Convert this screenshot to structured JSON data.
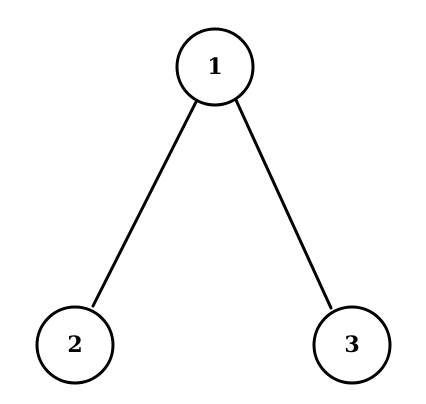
{
  "tree": {
    "nodes": [
      {
        "id": "1",
        "label": "1"
      },
      {
        "id": "2",
        "label": "2"
      },
      {
        "id": "3",
        "label": "3"
      }
    ],
    "edges": [
      {
        "from": "1",
        "to": "2"
      },
      {
        "from": "1",
        "to": "3"
      }
    ]
  },
  "colors": {
    "stroke": "#000000",
    "fill": "#ffffff",
    "text": "#000000"
  }
}
